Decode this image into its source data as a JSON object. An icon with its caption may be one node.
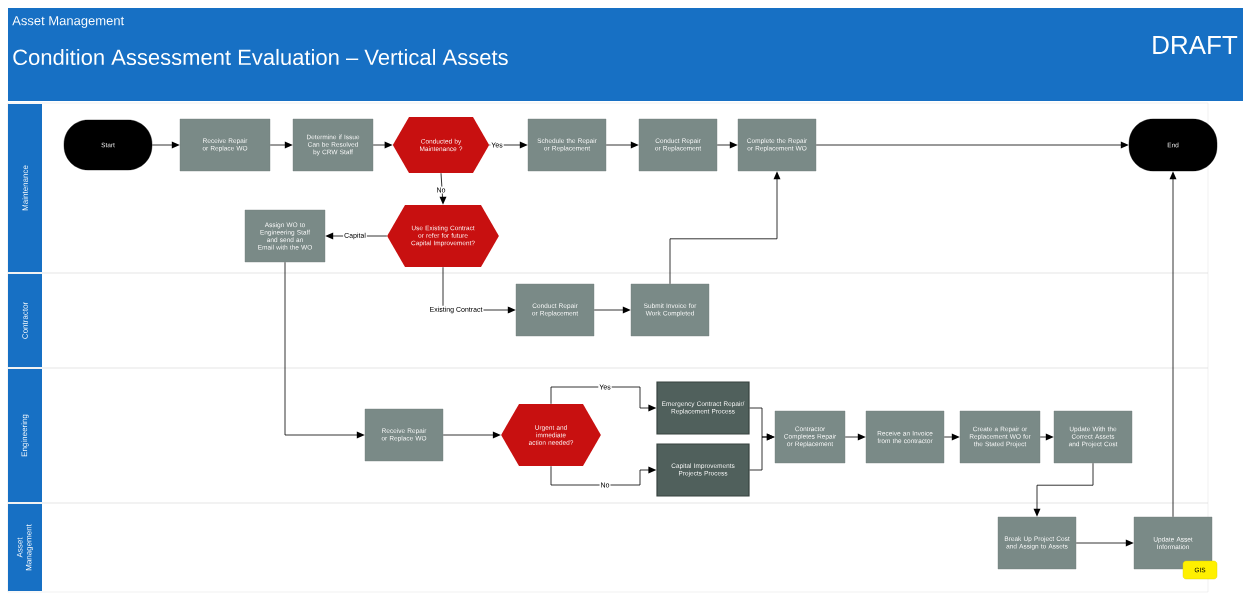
{
  "diagram": {
    "title": "Condition Assessment Evaluation – Vertical Assets",
    "nodes": [
      {
        "text": [
          "Maintenance"
        ]
      },
      {
        "text": [
          "Contractor"
        ]
      },
      {
        "text": [
          "Engineering"
        ]
      },
      {
        "text": [
          "Asset Management"
        ]
      },
      {
        "text": [
          "Start"
        ],
        "in": 0
      },
      {
        "text": [
          "Receive Repair or Replace WO"
        ],
        "in": 0
      },
      {
        "text": [
          "Determine if Issue Can be Resolved by CRW Staff"
        ],
        "in": 0
      },
      {
        "text": [
          "Conducted by Maintenance ?"
        ],
        "in": 0
      },
      {
        "text": [
          "Schedule the Repair or Replacement"
        ],
        "in": 0
      },
      {
        "text": [
          "Conduct Repair or Replacement"
        ],
        "in": 0
      },
      {
        "text": [
          "Complete the Repair or Replacement WO"
        ],
        "in": 0
      },
      {
        "text": [
          "End"
        ],
        "in": 0
      },
      {
        "text": [
          "Use Existing Contract or refer for future Capital Improvement?"
        ],
        "in": 0
      },
      {
        "text": [
          "Assign WO to Engineering Staff and send an Email with the WO"
        ],
        "in": 0
      },
      {
        "text": [
          "Conduct Repair or Replacement"
        ],
        "in": 1
      },
      {
        "text": [
          "Submit Invoice for Work Completed"
        ],
        "in": 1
      },
      {
        "text": [
          "Receive Repair or Replace WO"
        ],
        "in": 2
      },
      {
        "text": [
          "Urgent and immediate action needed?"
        ],
        "in": 2
      },
      {
        "text": [
          "Emergency Contract Repair/ Replacement Process"
        ],
        "in": 2
      },
      {
        "text": [
          "Capital Improvements Projects Process"
        ],
        "in": 2
      },
      {
        "text": [
          "Contractor Completes Repair or Replacement"
        ],
        "in": 2
      },
      {
        "text": [
          "Receive an Invoice from the contractor"
        ],
        "in": 2
      },
      {
        "text": [
          "Create a Repair or Replacement WO for the Stated Project"
        ],
        "in": 2
      },
      {
        "text": [
          "Update With the Correct Assets and Project Cost"
        ],
        "in": 2
      },
      {
        "text": [
          "Break Up Project Cost and Assign to Assets"
        ],
        "in": 3
      },
      {
        "text": [
          "Update Asset Information"
        ],
        "in": 3
      },
      {
        "text": [
          "GIS"
        ],
        "in": 3
      }
    ],
    "edges": [
      {
        "from": 4,
        "to": 5,
        "arrow": "to"
      },
      {
        "from": 5,
        "to": 6,
        "arrow": "to"
      },
      {
        "from": 6,
        "to": 7,
        "arrow": "to"
      },
      {
        "from": 7,
        "to": 8,
        "arrow": "to",
        "label": "Yes"
      },
      {
        "from": 8,
        "to": 9,
        "arrow": "to"
      },
      {
        "from": 9,
        "to": 10,
        "arrow": "to"
      },
      {
        "from": 10,
        "to": 11,
        "arrow": "to"
      },
      {
        "from": 7,
        "to": 12,
        "arrow": "to",
        "label": "No"
      },
      {
        "from": 12,
        "to": 13,
        "arrow": "to",
        "label": "Capital"
      },
      {
        "from": 12,
        "to": 14,
        "arrow": "to",
        "label": "Existing Contract"
      },
      {
        "from": 14,
        "to": 15,
        "arrow": "to"
      },
      {
        "from": 15,
        "to": 10,
        "arrow": "to"
      },
      {
        "from": 13,
        "to": 16,
        "arrow": "to"
      },
      {
        "from": 16,
        "to": 17,
        "arrow": "to"
      },
      {
        "from": 17,
        "to": 18,
        "arrow": "to",
        "label": "Yes"
      },
      {
        "from": 17,
        "to": 19,
        "arrow": "to",
        "label": "No"
      },
      {
        "from": 18,
        "to": 20,
        "arrow": "to"
      },
      {
        "from": 19,
        "to": 20,
        "arrow": "to"
      },
      {
        "from": 20,
        "to": 21,
        "arrow": "to"
      },
      {
        "from": 21,
        "to": 22,
        "arrow": "to"
      },
      {
        "from": 22,
        "to": 23,
        "arrow": "to"
      },
      {
        "from": 23,
        "to": 24,
        "arrow": "to"
      },
      {
        "from": 24,
        "to": 25,
        "arrow": "to"
      },
      {
        "from": 25,
        "to": 11,
        "arrow": "to"
      }
    ],
    "labels": [
      "Asset Management",
      "DRAFT"
    ]
  }
}
